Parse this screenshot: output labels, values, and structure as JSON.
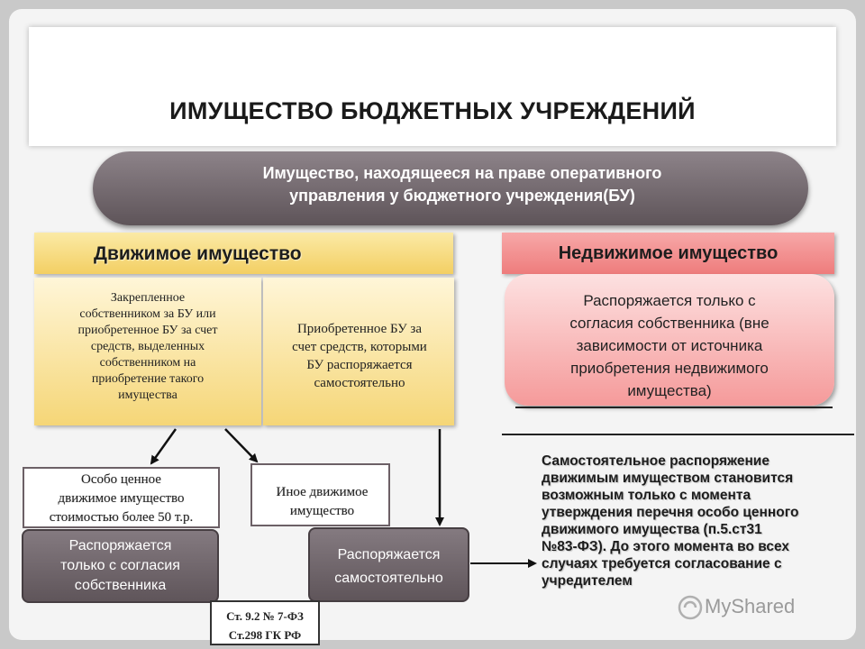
{
  "title": "ИМУЩЕСТВО БЮДЖЕТНЫХ УЧРЕЖДЕНИЙ",
  "root": {
    "line1": "Имущество, находящееся на праве оперативного",
    "line2": "управления у бюджетного учреждения(БУ)"
  },
  "movable": {
    "header": "Движимое имущество",
    "fixed": {
      "lines": [
        "Закрепленное",
        "собственником за БУ или",
        "приобретенное БУ за счет",
        "средств, выделенных",
        "собственником на",
        "приобретение такого",
        "имущества"
      ]
    },
    "acquired": {
      "lines": [
        "Приобретенное БУ за",
        "счет средств, которыми",
        "БУ распоряжается",
        "самостоятельно"
      ]
    }
  },
  "immovable": {
    "header": "Недвижимое имущество",
    "body_lines": [
      "Распоряжается только с",
      "согласия собственника (вне",
      "зависимости от источника",
      "приобретения недвижимого",
      "имущества)"
    ]
  },
  "valuable": {
    "lines": [
      "Особо ценное",
      "движимое имущество",
      "стоимостью более 50 т.р."
    ],
    "action_lines": [
      "Распоряжается",
      "только с согласия",
      "собственника"
    ]
  },
  "other": {
    "lines": [
      "Иное движимое",
      "имущество"
    ],
    "action_lines": [
      "Распоряжается",
      "самостоятельно"
    ]
  },
  "law": {
    "line1": "Ст. 9.2 № 7-ФЗ",
    "line2": "Ст.298 ГК РФ"
  },
  "note_lines": [
    "Самостоятельное распоряжение",
    "движимым имуществом становится",
    "возможным только с момента",
    "утверждения перечня особо ценного",
    "движимого имущества (п.5.ст31",
    "№83-ФЗ). До этого момента во всех",
    "случаях требуется согласование с",
    "учредителем"
  ],
  "watermark": "MyShared"
}
